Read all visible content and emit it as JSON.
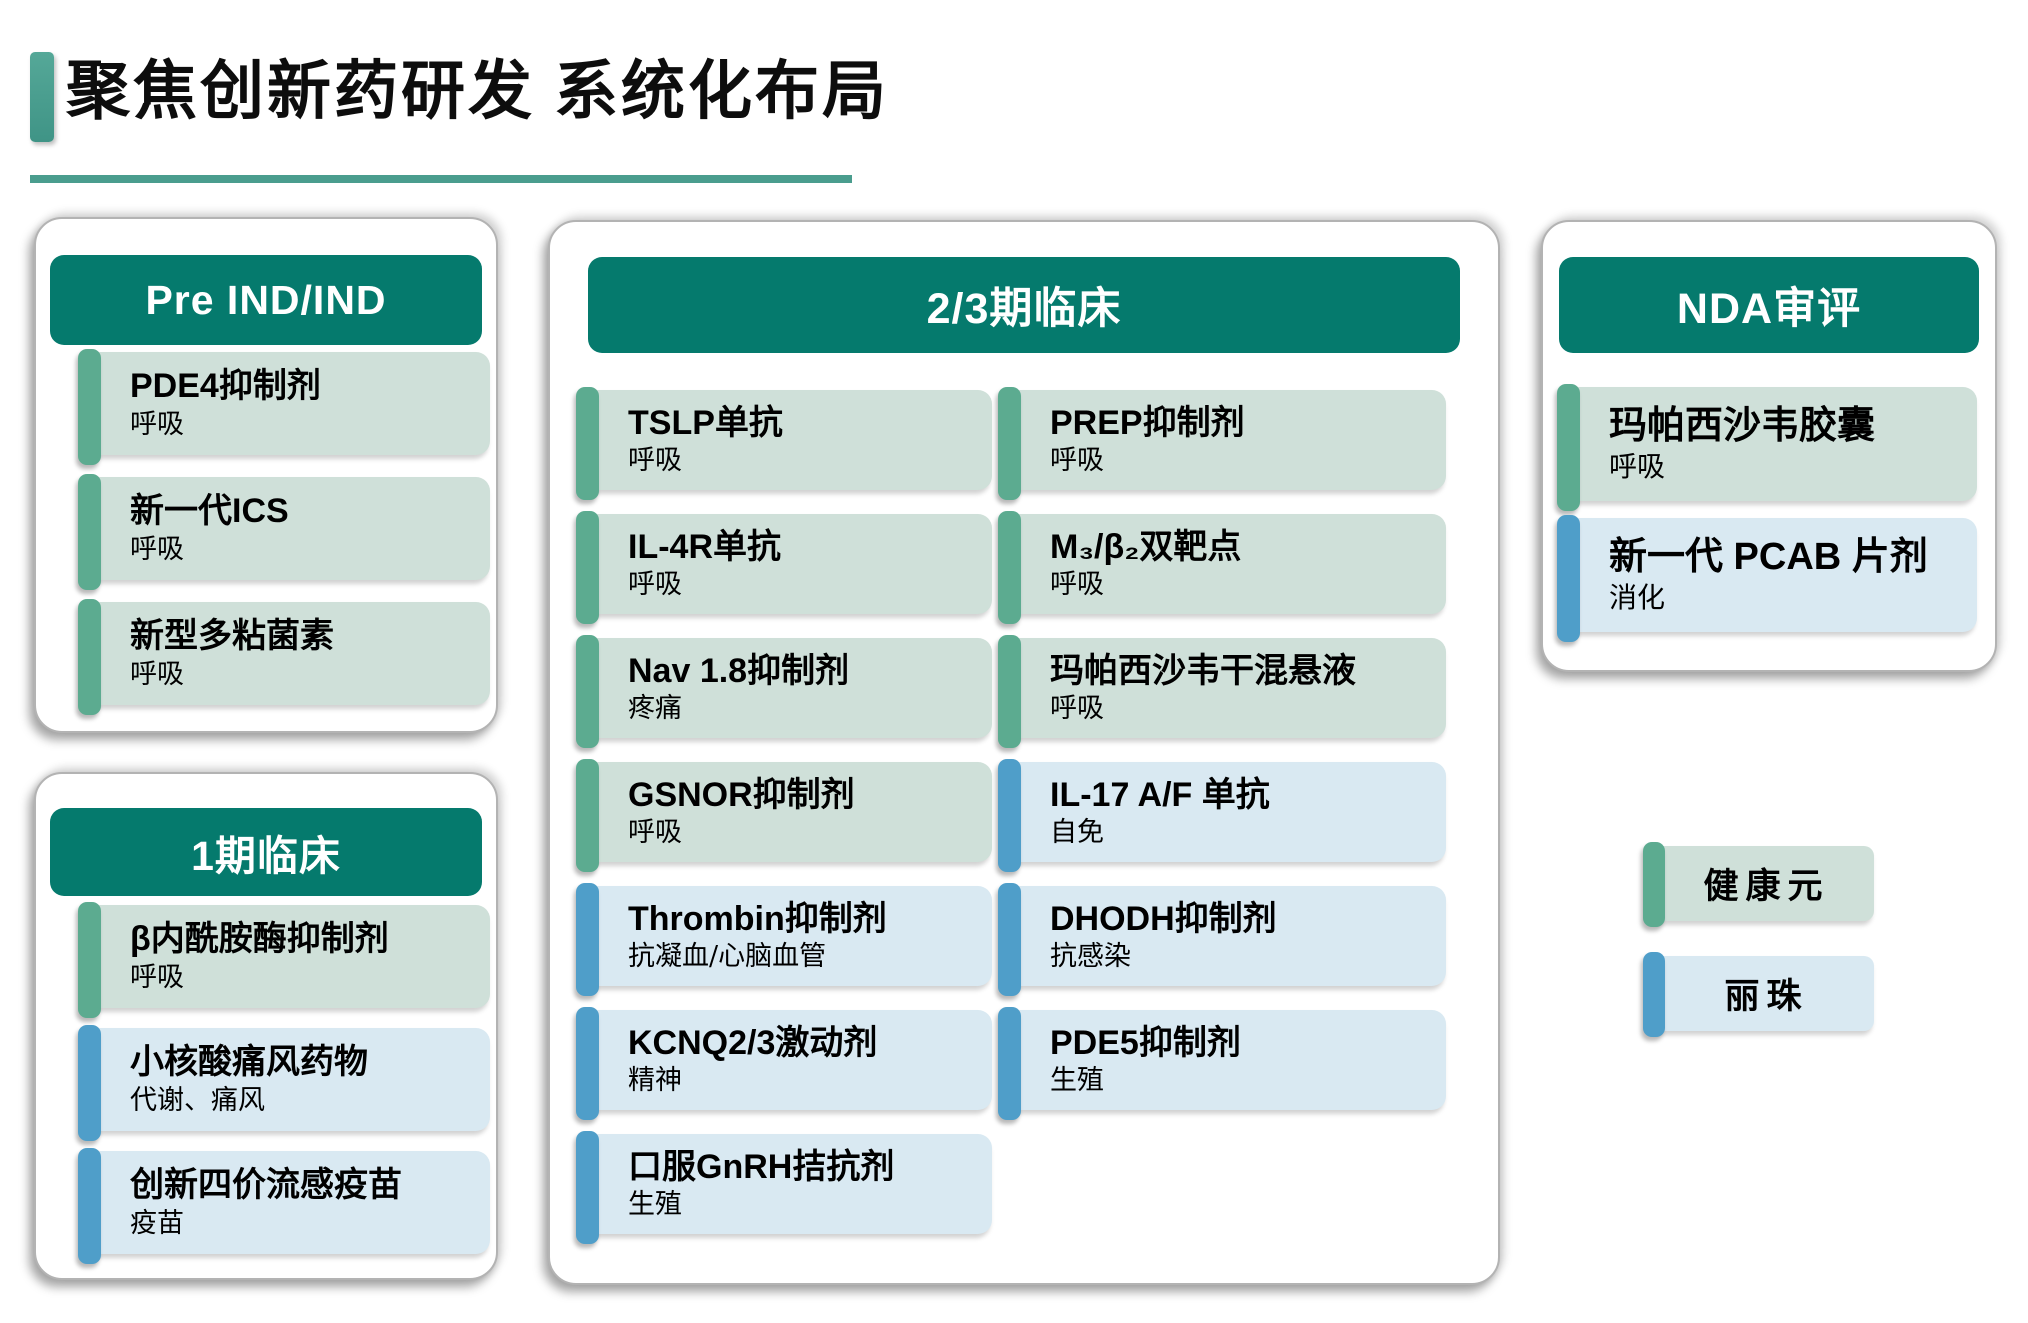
{
  "title": {
    "text": "聚焦创新药研发 系统化布局"
  },
  "colors": {
    "stage_header_teal": "#057a6d",
    "title_accent_teal": "#4a9d8e",
    "joincare_accent_green": "#5cab90",
    "joincare_item_bg": "#cfe0d9",
    "livzon_accent_blue": "#4f9ec9",
    "livzon_item_bg": "#d9e9f2"
  },
  "cards": {
    "pre_ind": {
      "header": "Pre IND/IND",
      "items": [
        {
          "title": "PDE4抑制剂",
          "area": "呼吸",
          "company": "健康元"
        },
        {
          "title": "新一代ICS",
          "area": "呼吸",
          "company": "健康元"
        },
        {
          "title": "新型多粘菌素",
          "area": "呼吸",
          "company": "健康元"
        }
      ]
    },
    "phase1": {
      "header": "1期临床",
      "items": [
        {
          "title": "β内酰胺酶抑制剂",
          "area": "呼吸",
          "company": "健康元"
        },
        {
          "title": "小核酸痛风药物",
          "area": "代谢、痛风",
          "company": "丽珠"
        },
        {
          "title": "创新四价流感疫苗",
          "area": "疫苗",
          "company": "丽珠"
        }
      ]
    },
    "phase23": {
      "header": "2/3期临床",
      "left_items": [
        {
          "title": "TSLP单抗",
          "area": "呼吸",
          "company": "健康元"
        },
        {
          "title": "IL-4R单抗",
          "area": "呼吸",
          "company": "健康元"
        },
        {
          "title": "Nav 1.8抑制剂",
          "area": "疼痛",
          "company": "健康元"
        },
        {
          "title": "GSNOR抑制剂",
          "area": "呼吸",
          "company": "健康元"
        },
        {
          "title": "Thrombin抑制剂",
          "area": "抗凝血/心脑血管",
          "company": "丽珠"
        },
        {
          "title": "KCNQ2/3激动剂",
          "area": "精神",
          "company": "丽珠"
        },
        {
          "title": "口服GnRH拮抗剂",
          "area": "生殖",
          "company": "丽珠"
        }
      ],
      "right_items": [
        {
          "title": "PREP抑制剂",
          "area": "呼吸",
          "company": "健康元"
        },
        {
          "title": "M₃/β₂双靶点",
          "area": "呼吸",
          "company": "健康元"
        },
        {
          "title": "玛帕西沙韦干混悬液",
          "area": "呼吸",
          "company": "健康元"
        },
        {
          "title": "IL-17 A/F 单抗",
          "area": "自免",
          "company": "丽珠"
        },
        {
          "title": "DHODH抑制剂",
          "area": "抗感染",
          "company": "丽珠"
        },
        {
          "title": "PDE5抑制剂",
          "area": "生殖",
          "company": "丽珠"
        }
      ]
    },
    "nda": {
      "header": "NDA审评",
      "items": [
        {
          "title": "玛帕西沙韦胶囊",
          "area": "呼吸",
          "company": "健康元"
        },
        {
          "title": "新一代 PCAB 片剂",
          "area": "消化",
          "company": "丽珠"
        }
      ]
    }
  },
  "legend": [
    {
      "label": "健康元"
    },
    {
      "label": "丽珠"
    }
  ]
}
